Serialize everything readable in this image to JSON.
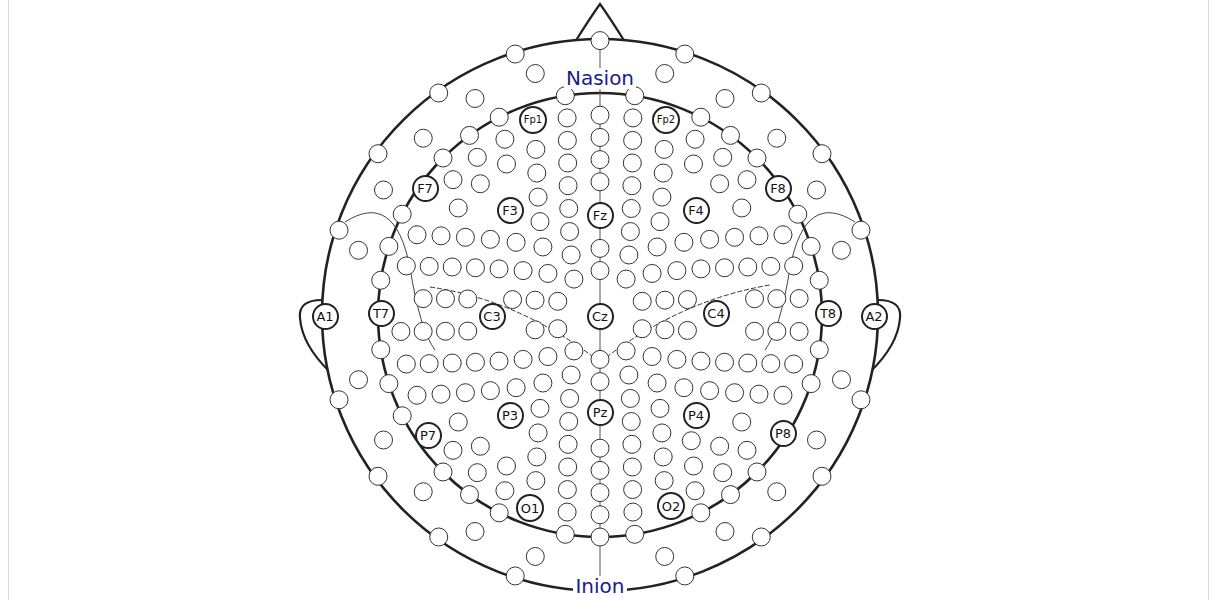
{
  "diagram": {
    "nodes": [
      {
        "text": [
          "Fp1"
        ]
      },
      {
        "text": [
          "Fp2"
        ]
      },
      {
        "text": [
          "F7"
        ]
      },
      {
        "text": [
          "F3"
        ]
      },
      {
        "text": [
          "Fz"
        ]
      },
      {
        "text": [
          "F4"
        ]
      },
      {
        "text": [
          "F8"
        ]
      },
      {
        "text": [
          "A1"
        ]
      },
      {
        "text": [
          "T7"
        ]
      },
      {
        "text": [
          "C3"
        ]
      },
      {
        "text": [
          "Cz"
        ]
      },
      {
        "text": [
          "C4"
        ]
      },
      {
        "text": [
          "T8"
        ]
      },
      {
        "text": [
          "A2"
        ]
      },
      {
        "text": [
          "P7"
        ]
      },
      {
        "text": [
          "P3"
        ]
      },
      {
        "text": [
          "Pz"
        ]
      },
      {
        "text": [
          "P4"
        ]
      },
      {
        "text": [
          "P8"
        ]
      },
      {
        "text": [
          "O1"
        ]
      },
      {
        "text": [
          "O2"
        ]
      }
    ],
    "labels": [
      "Nasion",
      "Inion"
    ]
  }
}
